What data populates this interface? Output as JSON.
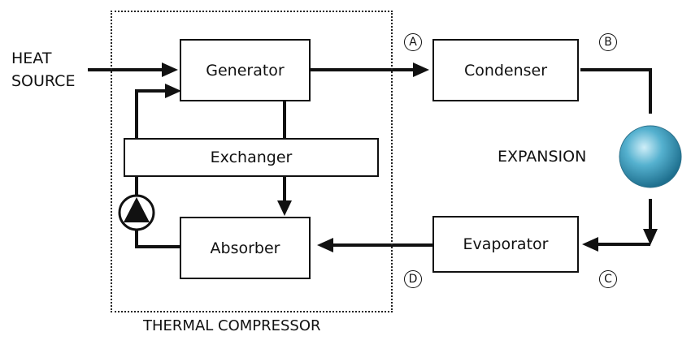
{
  "heat_source": {
    "line1": "HEAT",
    "line2": "SOURCE"
  },
  "components": {
    "generator": "Generator",
    "exchanger": "Exchanger",
    "absorber": "Absorber",
    "condenser": "Condenser",
    "evaporator": "Evaporator"
  },
  "expansion_label": "EXPANSION",
  "compressor_label": "THERMAL COMPRESSOR",
  "points": {
    "a": "A",
    "b": "B",
    "c": "C",
    "d": "D"
  },
  "colors": {
    "line": "#111111",
    "expansion_valve": "#3a97b8"
  },
  "icons": {
    "pump": "pump-icon",
    "expansion": "expansion-valve-icon"
  }
}
